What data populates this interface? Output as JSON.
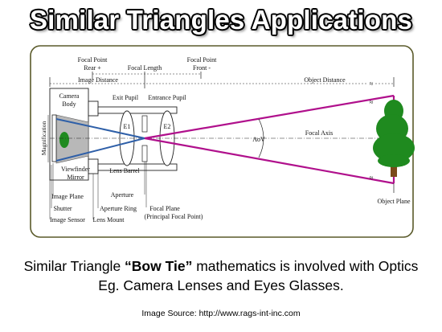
{
  "slide": {
    "title": "Similar Triangles Applications",
    "caption_prefix": "Similar Triangle ",
    "caption_emphasis": "“Bow Tie”",
    "caption_suffix": " mathematics is involved with Optics",
    "caption_line2": "Eg. Camera Lenses and Eyes Glasses.",
    "source_label": "Image Source:",
    "source_url": "http://www.rags-int-inc.com"
  },
  "diagram": {
    "labels": {
      "focal_point_rear_1": "Focal Point",
      "focal_point_rear_2": "Rear +",
      "focal_length": "Focal Length",
      "focal_point_front_1": "Focal Point",
      "focal_point_front_2": "Front -",
      "image_distance": "Image Distance",
      "object_distance": "Object Distance",
      "camera_body_1": "Camera",
      "camera_body_2": "Body",
      "exit_pupil": "Exit Pupil",
      "entrance_pupil": "Entrance Pupil",
      "magnification": "Magnification",
      "e1": "E1",
      "e2": "E2",
      "aov": "AoV",
      "focal_axis": "Focal Axis",
      "viewfinder_1": "Viewfinder",
      "viewfinder_2": "Mirror",
      "lens_barrel": "Lens Barrel",
      "image_plane": "Image Plane",
      "aperture": "Aperture",
      "shutter": "Shutter",
      "aperture_ring": "Aperture Ring",
      "focal_plane_1": "Focal Plane",
      "focal_plane_2": "(Principal Focal Point)",
      "image_sensor": "Image Sensor",
      "lens_mount": "Lens Mount",
      "object_plane": "Object Plane"
    },
    "colors": {
      "image_rays": "#2e5fa8",
      "object_rays": "#b0108c",
      "frame": "#5a5a2a",
      "tree": "#1f8a1f"
    }
  }
}
